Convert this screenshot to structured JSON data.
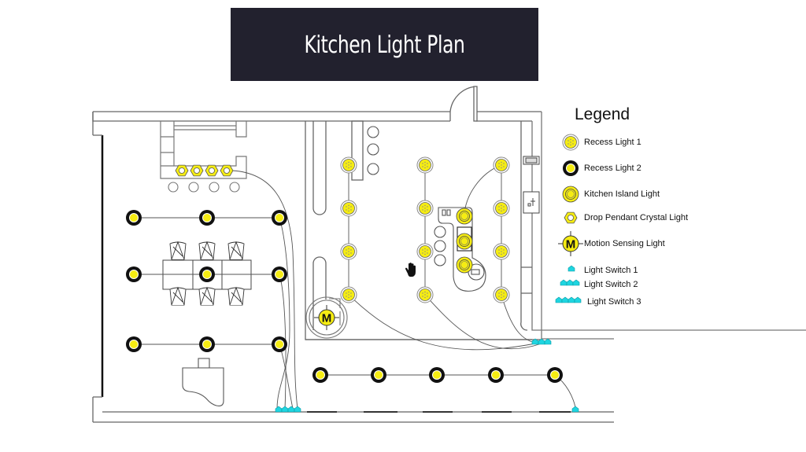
{
  "title": "Kitchen Light Plan",
  "colors": {
    "title_bg": "#22212e",
    "light_yellow": "#f5ec13",
    "switch_cyan": "#1fd5e0",
    "wall": "#666666",
    "wire": "#555555"
  },
  "legend": {
    "title": "Legend",
    "items": [
      {
        "symbol": "recess-light-1",
        "label": "Recess Light 1"
      },
      {
        "symbol": "recess-light-2",
        "label": "Recess Light 2"
      },
      {
        "symbol": "kitchen-island-light",
        "label": "Kitchen Island Light"
      },
      {
        "symbol": "drop-pendant-crystal-light",
        "label": "Drop Pendant Crystal Light"
      },
      {
        "symbol": "motion-sensing-light",
        "label": "Motion Sensing Light"
      },
      {
        "symbol": "light-switch-1",
        "label": "Light Switch 1"
      },
      {
        "symbol": "light-switch-2",
        "label": "Light Switch 2"
      },
      {
        "symbol": "light-switch-3",
        "label": "Light Switch 3"
      }
    ]
  },
  "motion_light_letter": "M",
  "fixtures": {
    "recess_light_1_count": 12,
    "recess_light_2_count": 14,
    "kitchen_island_light_count": 3,
    "drop_pendant_crystal_light_count": 4,
    "motion_sensing_light_count": 1
  },
  "cursor": "hand-cursor"
}
